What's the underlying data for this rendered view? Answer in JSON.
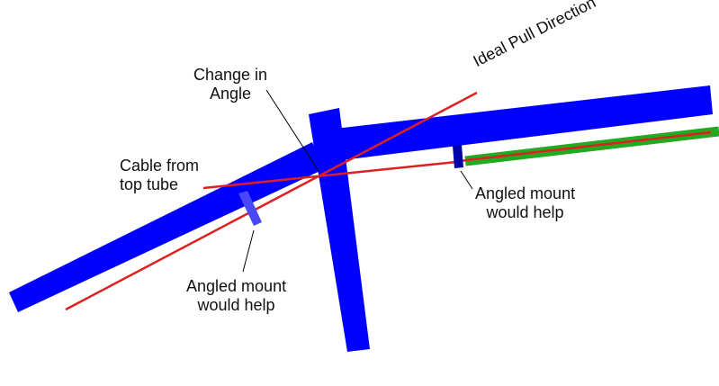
{
  "labels": {
    "change_angle": [
      "Change in",
      "Angle"
    ],
    "ideal_pull": "Ideal Pull Direction",
    "cable": [
      "Cable from",
      "top tube"
    ],
    "mount_right": [
      "Angled mount",
      "would help"
    ],
    "mount_left": [
      "Angled mount",
      "would help"
    ]
  },
  "colors": {
    "tube": "#0000ff",
    "mount_light": "#4848f4",
    "mount_dark": "#0000a8",
    "red_line": "#dd2020",
    "green_housing": "#22aa22",
    "leader": "#000000"
  }
}
